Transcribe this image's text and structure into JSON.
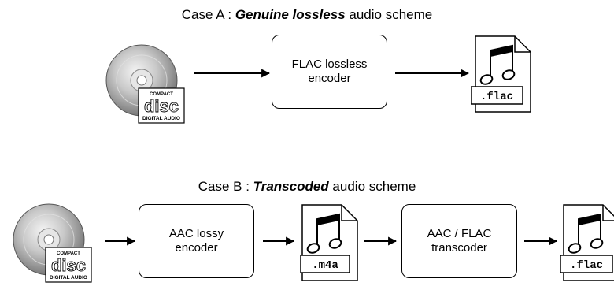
{
  "case_a": {
    "title_prefix": "Case A : ",
    "title_emphasis": "Genuine lossless",
    "title_suffix": " audio scheme",
    "encoder_label": "FLAC lossless\nencoder",
    "output_ext": ".flac"
  },
  "case_b": {
    "title_prefix": "Case B : ",
    "title_emphasis": "Transcoded",
    "title_suffix": " audio scheme",
    "encoder_label": "AAC lossy\nencoder",
    "intermediate_ext": ".m4a",
    "transcoder_label": "AAC / FLAC\ntranscoder",
    "output_ext": ".flac"
  },
  "cd_logo": {
    "top": "COMPACT",
    "main": "disc",
    "bottom": "DIGITAL AUDIO"
  },
  "icons": {
    "source": "compact-disc-icon",
    "audio_file": "music-file-icon",
    "flow": "arrow-right-icon"
  }
}
